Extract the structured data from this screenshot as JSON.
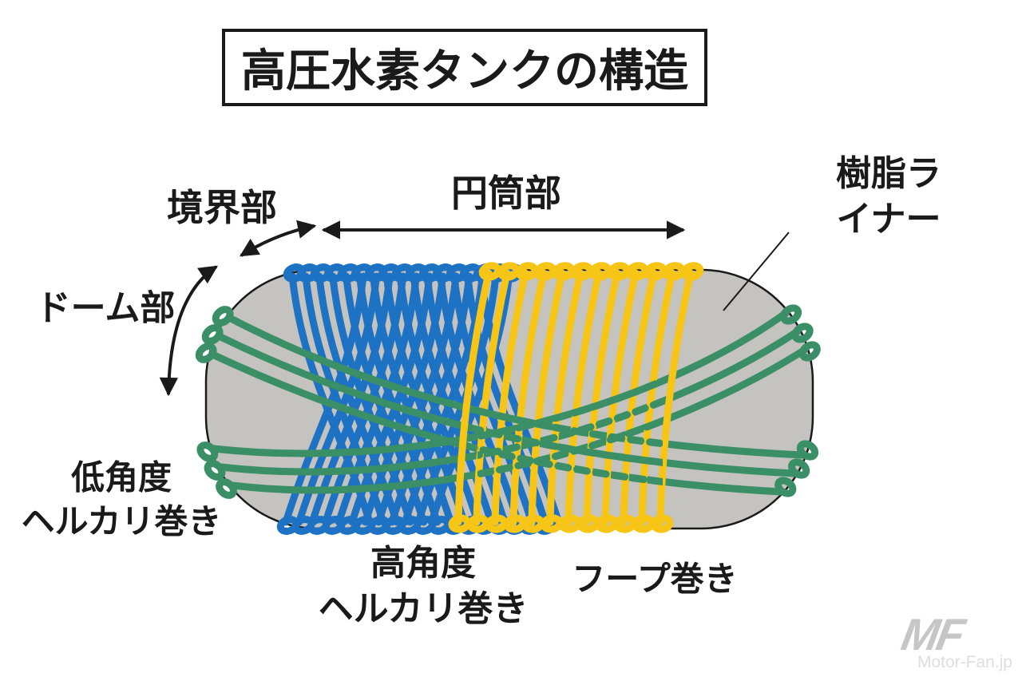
{
  "title": "高圧水素タンクの構造",
  "labels": {
    "boundary": "境界部",
    "cylinder": "円筒部",
    "resin_liner": "樹脂ライナー",
    "dome": "ドーム部",
    "low_angle_helical": "低角度\nヘルカリ巻き",
    "high_angle_helical": "高角度\nヘルカリ巻き",
    "hoop": "フープ巻き"
  },
  "watermark": {
    "logo": "MF",
    "site": "Motor-Fan.jp"
  },
  "colors": {
    "outline": "#1a1a1a",
    "tank_liner_fill": "#c4c3c0",
    "low_angle_winding_green": "#3a8f67",
    "high_angle_winding_blue": "#1e72c4",
    "hoop_winding_yellow": "#f7c516",
    "watermark_gray": "#c6c6c6",
    "watermark_text_gray": "#dedede"
  }
}
